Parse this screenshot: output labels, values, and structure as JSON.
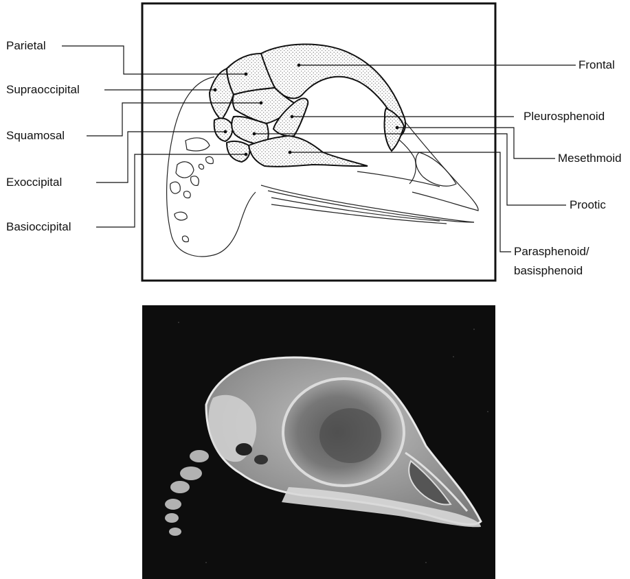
{
  "labels": {
    "parietal": "Parietal",
    "supraoccipital": "Supraoccipital",
    "squamosal": "Squamosal",
    "exoccipital": "Exoccipital",
    "basioccipital": "Basioccipital",
    "frontal": "Frontal",
    "pleurosphenoid": "Pleurosphenoid",
    "mesethmoid": "Mesethmoid",
    "prootic": "Prootic",
    "parasphenoid_line1": "Parasphenoid/",
    "parasphenoid_line2": "basisphenoid"
  },
  "colors": {
    "ink": "#111111",
    "photo_background": "#0d0d0d",
    "bone_highlight": "#e9e9e9",
    "stipple": "#777777"
  }
}
